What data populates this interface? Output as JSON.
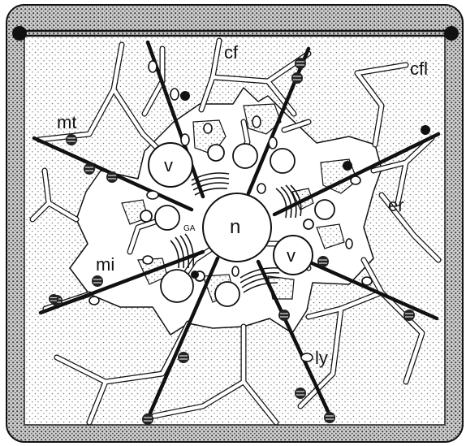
{
  "labels": {
    "cf": "cf",
    "cfl": "cfl",
    "mt": "mt",
    "er": "er",
    "mi": "mi",
    "ly": "ly",
    "n": "n",
    "v_upper": "v",
    "v_lower": "v",
    "ga": "GA"
  },
  "colors": {
    "ink": "#111111",
    "paper": "#ffffff",
    "stipple": "#777777",
    "wall": "#555555"
  },
  "icons": {
    "plasmodesma": "filled-dot",
    "vesicle": "hollow-circle",
    "mitochondrion": "striped-oval"
  }
}
